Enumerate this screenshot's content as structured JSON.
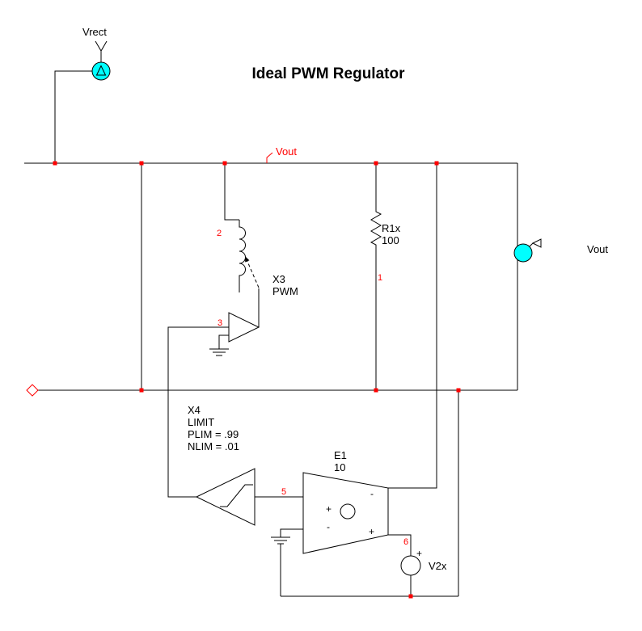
{
  "title": "Ideal PWM Regulator",
  "colors": {
    "wire": "#000000",
    "highlight": "#FF0000",
    "probe_fill": "#00FFFF",
    "background": "#FFFFFF"
  },
  "nets": {
    "vout": "Vout"
  },
  "components": {
    "vrect": {
      "label": "Vrect"
    },
    "x3": {
      "name": "X3",
      "type": "PWM"
    },
    "r1x": {
      "name": "R1x",
      "value": "100"
    },
    "x4": {
      "name": "X4",
      "type": "LIMIT",
      "plim": "PLIM = .99",
      "nlim": "NLIM = .01"
    },
    "e1": {
      "name": "E1",
      "gain": "10",
      "plus": "+",
      "minus": "-"
    },
    "v2x": {
      "name": "V2x",
      "plus": "+"
    },
    "vout_meter": {
      "label": "Vout"
    }
  },
  "nodes": {
    "n1": "1",
    "n2": "2",
    "n3": "3",
    "n5": "5",
    "n6": "6"
  }
}
